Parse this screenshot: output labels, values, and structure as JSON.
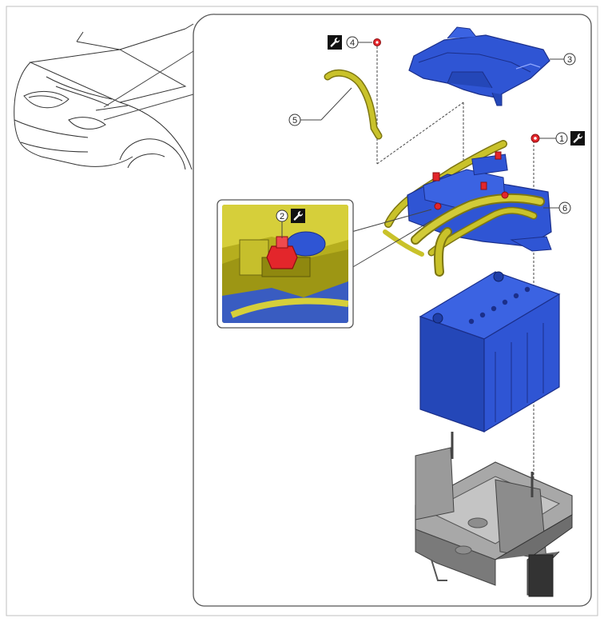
{
  "callouts": [
    {
      "id": "c1",
      "number": "1",
      "wrench": true
    },
    {
      "id": "c2",
      "number": "2",
      "wrench": true
    },
    {
      "id": "c3",
      "number": "3",
      "wrench": false
    },
    {
      "id": "c4",
      "number": "4",
      "wrench": true
    },
    {
      "id": "c5",
      "number": "5",
      "wrench": false
    },
    {
      "id": "c6",
      "number": "6",
      "wrench": false
    }
  ],
  "icons": {
    "wrench": "wrench-icon"
  },
  "colors": {
    "part_blue": "#2f55d4",
    "part_blue_dark": "#1b2f8a",
    "harness_yellow": "#c9c22a",
    "harness_yellow_dark": "#7d7612",
    "fastener_red": "#e3262b",
    "tray_gray": "#9a9a9a",
    "outline": "#333333"
  }
}
